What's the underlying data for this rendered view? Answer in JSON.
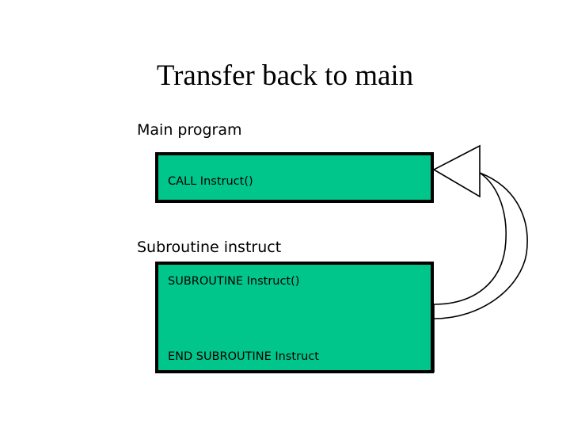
{
  "slide": {
    "title": "Transfer back to main",
    "background_color": "#FFFFFF"
  },
  "sections": [
    {
      "id": "main-program",
      "label": "Main program",
      "box": {
        "fill_color": "#00C68B",
        "border_color": "#000000",
        "lines": [
          "CALL Instruct()"
        ]
      }
    },
    {
      "id": "subroutine-instruct",
      "label": "Subroutine instruct",
      "box": {
        "fill_color": "#00C68B",
        "border_color": "#000000",
        "lines": [
          "SUBROUTINE Instruct()",
          "END SUBROUTINE Instruct"
        ]
      }
    }
  ],
  "arrow": {
    "name": "return-arrow",
    "icon": "curved-return-arrow-icon",
    "direction": "from-subroutine-end-to-main-program",
    "points_to": "CALL Instruct()",
    "starts_at": "END SUBROUTINE Instruct",
    "fill_color_upper": "#C8CCEE",
    "fill_color_lower": "#9B9BC4",
    "outline_color": "#000000"
  }
}
